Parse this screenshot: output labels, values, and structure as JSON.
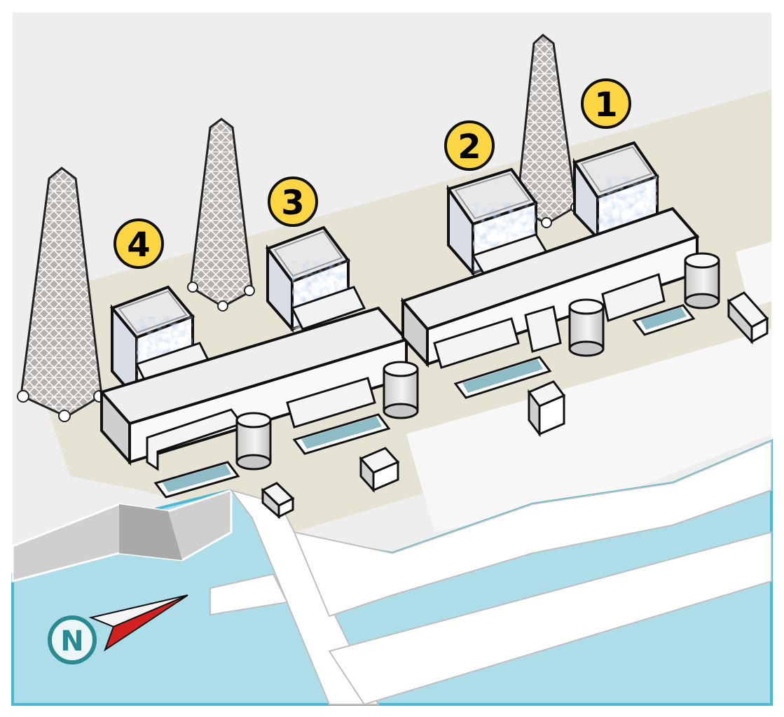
{
  "units": [
    {
      "label": "1"
    },
    {
      "label": "2"
    },
    {
      "label": "3"
    },
    {
      "label": "4"
    }
  ],
  "compass": {
    "label": "N"
  },
  "colors": {
    "ground": "#eeeeee",
    "site": "#e6e3d5",
    "sea": "#acdde9",
    "badge": "#fbd542",
    "outline": "#000000",
    "compass_needle": "#d42020",
    "compass_ring": "#2a8a92"
  }
}
